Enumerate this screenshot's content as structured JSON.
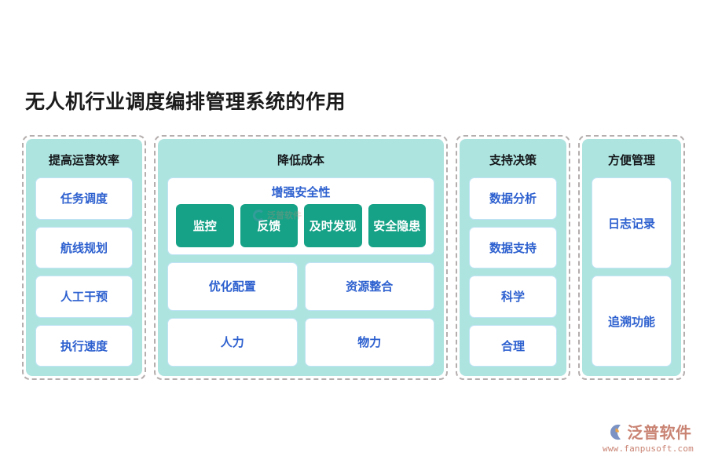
{
  "page": {
    "title": "无人机行业调度编排管理系统的作用",
    "background_color": "#ffffff"
  },
  "colors": {
    "panel_fill": "#aee4df",
    "panel_dashed_border": "#b5aeae",
    "card_border": "#bfe3f5",
    "card_text": "#2d60cf",
    "chip_fill": "#16a287",
    "chip_text": "#ffffff",
    "title_text": "#1b1b1b",
    "logo_text": "#c98373"
  },
  "columns": [
    {
      "title": "提高运营效率",
      "cards": [
        "任务调度",
        "航线规划",
        "人工干预",
        "执行速度"
      ]
    },
    {
      "title": "降低成本",
      "safety": {
        "title": "增强安全性",
        "chips": [
          "监控",
          "反馈",
          "及时发现",
          "安全隐患"
        ]
      },
      "row_middle": [
        "优化配置",
        "资源整合"
      ],
      "row_bottom": [
        "人力",
        "物力"
      ]
    },
    {
      "title": "支持决策",
      "cards": [
        "数据分析",
        "数据支持",
        "科学",
        "合理"
      ]
    },
    {
      "title": "方便管理",
      "cards": [
        "日志记录",
        "追溯功能"
      ]
    }
  ],
  "logo": {
    "name": "泛普软件",
    "url": "www.fanpusoft.com"
  },
  "watermark": {
    "name": "泛普软件"
  }
}
